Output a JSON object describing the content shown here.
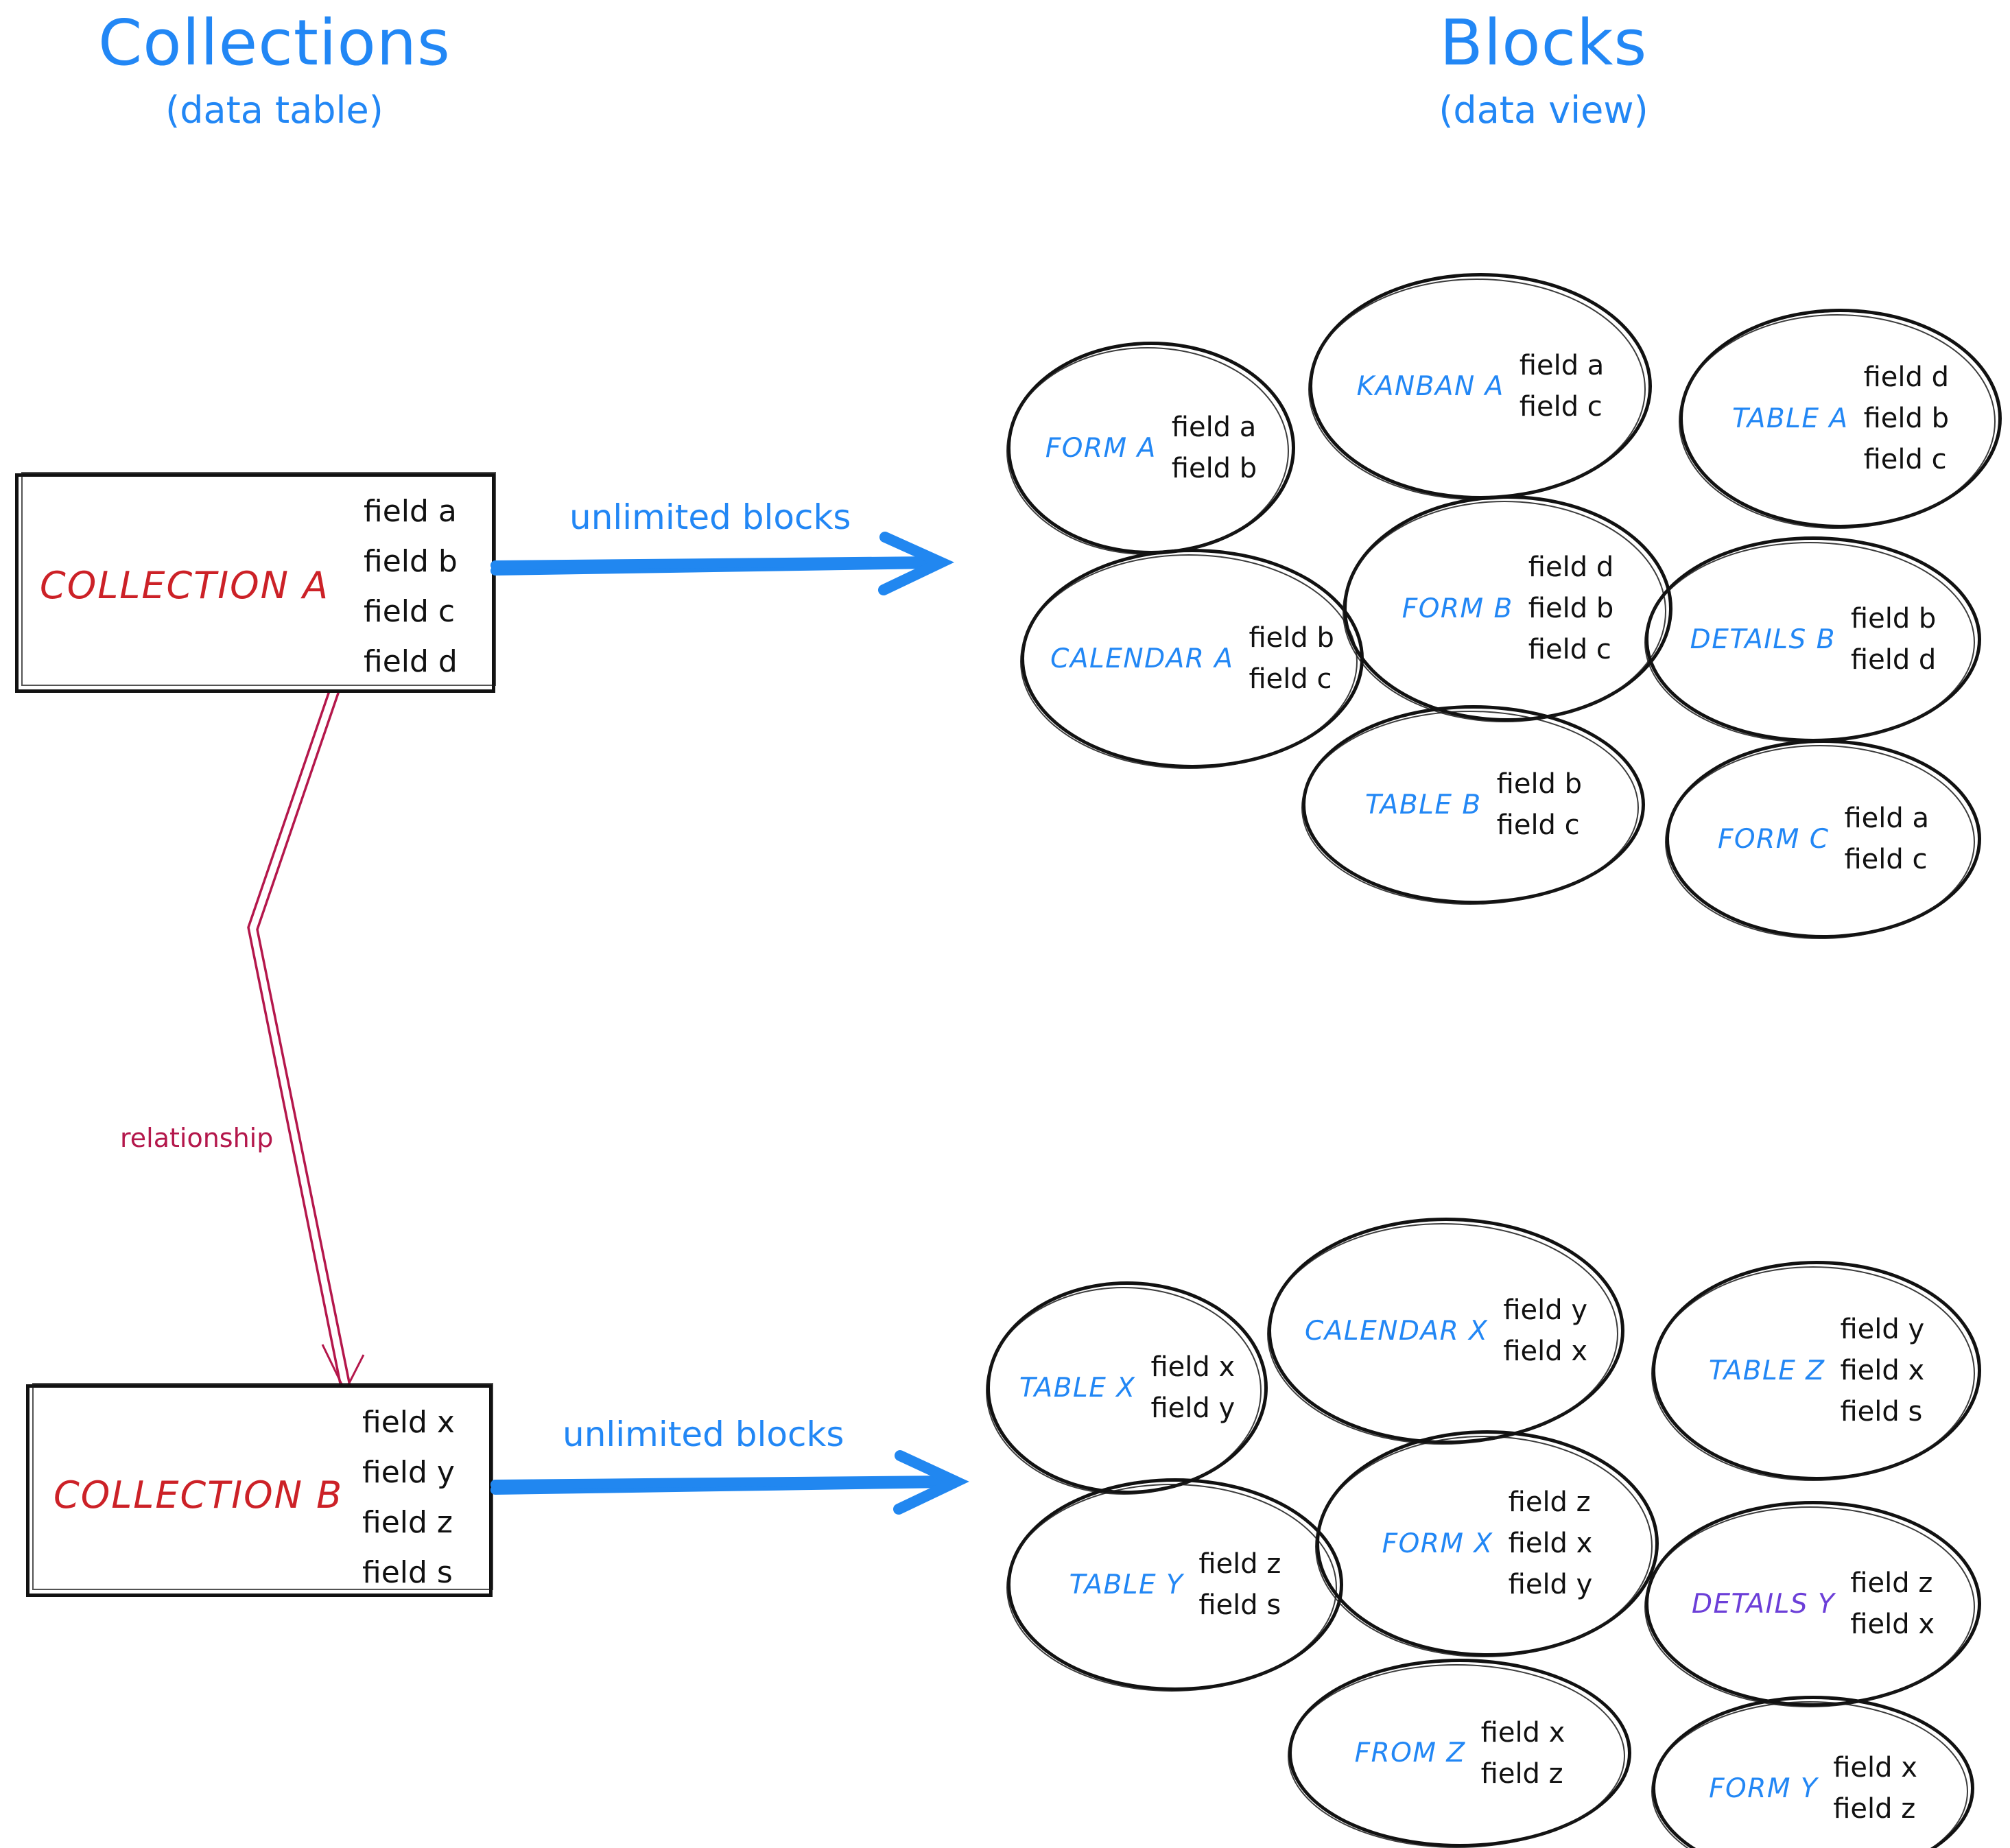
{
  "headings": {
    "left": {
      "main": "Collections",
      "sub": "(data table)"
    },
    "right": {
      "main": "Blocks",
      "sub": "(data view)"
    }
  },
  "colors": {
    "accent_blue": "#2287f5",
    "collection_red": "#cc2127",
    "relationship_crimson": "#b4174b",
    "details_purple": "#6c3fd8",
    "ink_black": "#111111",
    "background": "#ffffff"
  },
  "collections": [
    {
      "id": "collection-a",
      "name": "COLLECTION A",
      "fields": [
        "field a",
        "field b",
        "field c",
        "field d"
      ],
      "arrow_label": "unlimited blocks"
    },
    {
      "id": "collection-b",
      "name": "COLLECTION B",
      "fields": [
        "field x",
        "field y",
        "field z",
        "field s"
      ],
      "arrow_label": "unlimited blocks"
    }
  ],
  "relationship": {
    "label": "relationship"
  },
  "blocks_a": [
    {
      "id": "form-a",
      "label": "FORM A",
      "color": "blue",
      "fields": [
        "field a",
        "field b"
      ]
    },
    {
      "id": "kanban-a",
      "label": "KANBAN A",
      "color": "blue",
      "fields": [
        "field a",
        "field c"
      ]
    },
    {
      "id": "table-a",
      "label": "TABLE A",
      "color": "blue",
      "fields": [
        "field d",
        "field b",
        "field c"
      ]
    },
    {
      "id": "calendar-a",
      "label": "CALENDAR A",
      "color": "blue",
      "fields": [
        "field b",
        "field c"
      ]
    },
    {
      "id": "form-b",
      "label": "FORM B",
      "color": "blue",
      "fields": [
        "field d",
        "field b",
        "field c"
      ]
    },
    {
      "id": "details-b",
      "label": "DETAILS B",
      "color": "blue",
      "fields": [
        "field b",
        "field d"
      ]
    },
    {
      "id": "table-b",
      "label": "TABLE B",
      "color": "blue",
      "fields": [
        "field b",
        "field c"
      ]
    },
    {
      "id": "form-c",
      "label": "FORM C",
      "color": "blue",
      "fields": [
        "field a",
        "field c"
      ]
    }
  ],
  "blocks_b": [
    {
      "id": "table-x",
      "label": "TABLE X",
      "color": "blue",
      "fields": [
        "field x",
        "field y"
      ]
    },
    {
      "id": "calendar-x",
      "label": "CALENDAR X",
      "color": "blue",
      "fields": [
        "field y",
        "field x"
      ]
    },
    {
      "id": "table-z",
      "label": "TABLE Z",
      "color": "blue",
      "fields": [
        "field y",
        "field x",
        "field s"
      ]
    },
    {
      "id": "table-y",
      "label": "TABLE Y",
      "color": "blue",
      "fields": [
        "field z",
        "field s"
      ]
    },
    {
      "id": "form-x",
      "label": "FORM X",
      "color": "blue",
      "fields": [
        "field z",
        "field x",
        "field y"
      ]
    },
    {
      "id": "details-y",
      "label": "DETAILS Y",
      "color": "purple",
      "fields": [
        "field z",
        "field x"
      ]
    },
    {
      "id": "from-z",
      "label": "FROM Z",
      "color": "blue",
      "fields": [
        "field x",
        "field z"
      ]
    },
    {
      "id": "form-y",
      "label": "FORM Y",
      "color": "blue",
      "fields": [
        "field x",
        "field z"
      ]
    }
  ]
}
